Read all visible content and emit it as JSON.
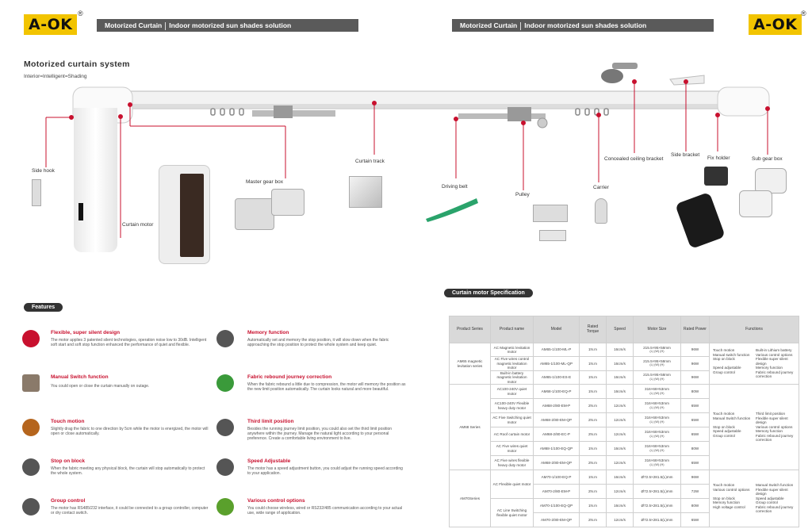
{
  "logo": {
    "text": "A-OK",
    "reg": "®"
  },
  "header": {
    "title": "Motorized Curtain",
    "subtitle": "Indoor motorized sun shades solution"
  },
  "system": {
    "title": "Motorized curtain system",
    "subtitle": "Interior=Intelligent=Shading"
  },
  "labels": {
    "side_hook": "Side hook",
    "curtain_motor": "Curtain motor",
    "master_gear_box": "Master gear box",
    "curtain_track": "Curtain track",
    "driving_belt": "Driving belt",
    "pulley": "Pulley",
    "carrier": "Carrier",
    "concealed_ceiling_bracket": "Concealed ceiling bracket",
    "side_bracket": "Side bracket",
    "fix_holder": "Fix holder",
    "sub_gear_box": "Sub gear box"
  },
  "features": {
    "title": "Features",
    "items": [
      {
        "title": "Flexible, super silent design",
        "desc": "The motor applies 3 patented silent technologies, operation noise low to 30dB. Intelligent soft start and soft stop function enhanced the performance of quiet and flexible."
      },
      {
        "title": "Manual Switch function",
        "desc": "You could open or close the curtain manually on outage."
      },
      {
        "title": "Touch motion",
        "desc": "Slightly drag the fabric to one direction by 5cm while the motor is energized, the motor will open or close automatically."
      },
      {
        "title": "Stop on block",
        "desc": "When the fabric meeting any physical block, the curtain will stop automatically to protect the whole system."
      },
      {
        "title": "Group control",
        "desc": "The motor has RS485/232 interface, it could be connected to a group controller, computer or dry contact switch."
      },
      {
        "title": "Memory function",
        "desc": "Automatically set and memory the stop position, it will slow down when the fabric approaching the stop position to protect the whole system and keep quiet."
      },
      {
        "title": "Fabric rebound journey correction",
        "desc": "When the fabric rebound a little due to compression, the motor will memory the position as the new limit position automatically. The curtain looks natural and more beautiful."
      },
      {
        "title": "Third limit position",
        "desc": "Besides the running journey limit position, you could also set the third limit position anywhere within the journey. Manage the natural light according to your personal preference. Create a comfortable living environment to live."
      },
      {
        "title": "Speed Adjustable",
        "desc": "The motor has a speed adjustment button, you could adjust the running speed according to your application."
      },
      {
        "title": "Various control options",
        "desc": "You could choose wireless, wired or RS232/485 communication according to your actual use, wide range of application."
      }
    ]
  },
  "spec": {
    "title": "Curtain motor Specification",
    "headers": [
      "Product Series",
      "Product name",
      "Model",
      "Rated Torque",
      "Speed",
      "Motor Size",
      "Rated Power",
      "Functions"
    ],
    "groups": [
      {
        "series": "AM65 magnetic levitation series",
        "rows": [
          {
            "name": "AC Magnetic levitation motor",
            "model": "AM65-1/100-ML-P",
            "torque": "1N.m",
            "speed": "16cm/s",
            "size": "215.5×95×58mm",
            "size_sub": "(L)   (W)   (H)",
            "power": "96W"
          },
          {
            "name": "AC Five wires control magnetic levitation motor",
            "model": "AM65-1/100-ML-QP",
            "torque": "1N.m",
            "speed": "16cm/s",
            "size": "215.5×95×58mm",
            "size_sub": "(L)   (W)   (H)",
            "power": "96W"
          },
          {
            "name": "Built-in battery magnetic levitation motor",
            "model": "AM65-1/100-ES-E",
            "torque": "1N.m",
            "speed": "16cm/s",
            "size": "215.5×95×58mm",
            "size_sub": "(L)   (W)   (H)",
            "power": "96W"
          }
        ],
        "functions": [
          [
            "Touch motion",
            "Built-in Lithium battery"
          ],
          [
            "Manual switch function",
            "Various control options"
          ],
          [
            "Stop on block",
            "Flexible super silent design"
          ],
          [
            "Speed adjustable",
            "Memory function"
          ],
          [
            "Group control",
            "Fabric rebound journey correction"
          ]
        ]
      },
      {
        "series": "AM68 Series",
        "rows": [
          {
            "name": "AC100-240V quiet motor",
            "model": "AM68-1/100-EQ-P",
            "torque": "1N.m",
            "speed": "16cm/s",
            "size": "316×68×53mm",
            "size_sub": "(L)  (W)  (H)",
            "power": "80W"
          },
          {
            "name": "AC100-240V Flexible heavy duty motor",
            "model": "AM68-2/80-EM-P",
            "torque": "2N.m",
            "speed": "12cm/s",
            "size": "316×68×53mm",
            "size_sub": "(L)  (W)  (H)",
            "power": "65W"
          },
          {
            "name": "AC Five Switching quiet motor",
            "model": "AM68-2/80-EM-QP",
            "torque": "2N.m",
            "speed": "12cm/s",
            "size": "316×68×53mm",
            "size_sub": "(L)  (W)  (H)",
            "power": "65W"
          },
          {
            "name": "AC Roof curtain motor",
            "model": "AM68-2/80-EC-P",
            "torque": "2N.m",
            "speed": "12cm/s",
            "size": "316×68×53mm",
            "size_sub": "(L)  (W)  (H)",
            "power": "65W"
          },
          {
            "name": "AC Five wires quiet motor",
            "model": "AM68-1/100-EQ-QP",
            "torque": "1N.m",
            "speed": "16cm/s",
            "size": "316×68×53mm",
            "size_sub": "(L)  (W)  (H)",
            "power": "80W"
          },
          {
            "name": "AC Five wires flexible heavy duty motor",
            "model": "AM68-2/80-EM-QP",
            "torque": "2N.m",
            "speed": "12cm/s",
            "size": "316×68×53mm",
            "size_sub": "(L)  (W)  (H)",
            "power": "65W"
          }
        ],
        "functions": [
          [
            "Touch motion",
            "Third limit position"
          ],
          [
            "Manual Switch function",
            "Flexible super silent design"
          ],
          [
            "Stop on block",
            "Various control options"
          ],
          [
            "Speed adjustable",
            "Memory function"
          ],
          [
            "Group control",
            "Fabric rebound journey correction"
          ]
        ]
      },
      {
        "series": "AM70Series",
        "rows": [
          {
            "name": "AC Flexible quiet motor",
            "model": "AM70-1/100-EQ-P",
            "torque": "1N.m",
            "speed": "16cm/s",
            "size": "Ø72.5×281.5(L)mm",
            "size_sub": "",
            "power": "96W"
          },
          {
            "name": "",
            "model": "AM70-2/80-EM-P",
            "torque": "2N.m",
            "speed": "12cm/s",
            "size": "Ø72.5×281.5(L)mm",
            "size_sub": "",
            "power": "72W"
          },
          {
            "name": "AC Line Switching flexible quiet motor",
            "model": "AM70-1/100-EQ-QP",
            "torque": "1N.m",
            "speed": "16cm/s",
            "size": "Ø72.5×281.5(L)mm",
            "size_sub": "",
            "power": "80W"
          },
          {
            "name": "",
            "model": "AM70-2/80-EM-QP",
            "torque": "2N.m",
            "speed": "12cm/s",
            "size": "Ø72.5×281.5(L)mm",
            "size_sub": "",
            "power": "65W"
          }
        ],
        "functions": [
          [
            "Touch motion",
            "Manual Switch function"
          ],
          [
            "Various control options",
            "Flexible super silent design"
          ],
          [
            "Stop on block",
            "Speed adjustable"
          ],
          [
            "Memory function",
            "Group control"
          ],
          [
            "High voltage control",
            "Fabric rebound journey correction"
          ]
        ]
      }
    ]
  },
  "colors": {
    "brand_yellow": "#f2c400",
    "accent_red": "#c8102e",
    "header_gray": "#5a5a5a"
  }
}
